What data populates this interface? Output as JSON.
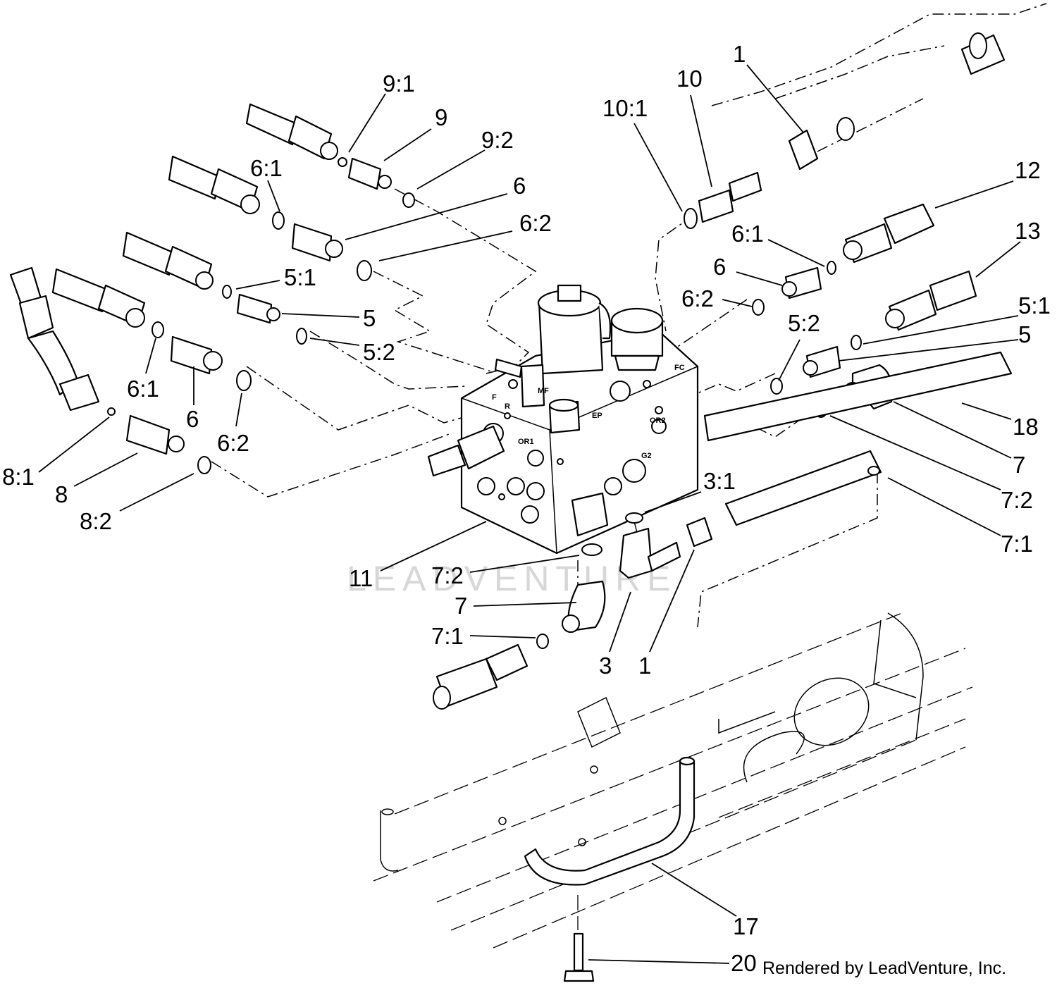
{
  "diagram": {
    "watermark": "LEADVENTURE",
    "credit": "Rendered by LeadVenture, Inc.",
    "callouts": [
      {
        "id": "c-9-1",
        "label": "9:1"
      },
      {
        "id": "c-9",
        "label": "9"
      },
      {
        "id": "c-9-2",
        "label": "9:2"
      },
      {
        "id": "c-6-1-a",
        "label": "6:1"
      },
      {
        "id": "c-6-a",
        "label": "6"
      },
      {
        "id": "c-6-2-a",
        "label": "6:2"
      },
      {
        "id": "c-5-1-a",
        "label": "5:1"
      },
      {
        "id": "c-5-a",
        "label": "5"
      },
      {
        "id": "c-5-2-a",
        "label": "5:2"
      },
      {
        "id": "c-6-1-b",
        "label": "6:1"
      },
      {
        "id": "c-6-b",
        "label": "6"
      },
      {
        "id": "c-6-2-b",
        "label": "6:2"
      },
      {
        "id": "c-8-1",
        "label": "8:1"
      },
      {
        "id": "c-8",
        "label": "8"
      },
      {
        "id": "c-8-2",
        "label": "8:2"
      },
      {
        "id": "c-10-1",
        "label": "10:1"
      },
      {
        "id": "c-10",
        "label": "10"
      },
      {
        "id": "c-1-a",
        "label": "1"
      },
      {
        "id": "c-12",
        "label": "12"
      },
      {
        "id": "c-6-1-c",
        "label": "6:1"
      },
      {
        "id": "c-6-c",
        "label": "6"
      },
      {
        "id": "c-6-2-c",
        "label": "6:2"
      },
      {
        "id": "c-13",
        "label": "13"
      },
      {
        "id": "c-5-2-b",
        "label": "5:2"
      },
      {
        "id": "c-5-1-b",
        "label": "5:1"
      },
      {
        "id": "c-5-b",
        "label": "5"
      },
      {
        "id": "c-18",
        "label": "18"
      },
      {
        "id": "c-7-a",
        "label": "7"
      },
      {
        "id": "c-7-2-a",
        "label": "7:2"
      },
      {
        "id": "c-7-1-a",
        "label": "7:1"
      },
      {
        "id": "c-3-1",
        "label": "3:1"
      },
      {
        "id": "c-11",
        "label": "11"
      },
      {
        "id": "c-7-2-b",
        "label": "7:2"
      },
      {
        "id": "c-7-b",
        "label": "7"
      },
      {
        "id": "c-7-1-b",
        "label": "7:1"
      },
      {
        "id": "c-3",
        "label": "3"
      },
      {
        "id": "c-1-b",
        "label": "1"
      },
      {
        "id": "c-17",
        "label": "17"
      },
      {
        "id": "c-20",
        "label": "20"
      }
    ],
    "block_markings": {
      "mf": "MF",
      "f": "F",
      "r": "R",
      "ep": "EP",
      "fc": "FC",
      "or1": "OR1",
      "or2": "OR2",
      "g2": "G2"
    }
  }
}
